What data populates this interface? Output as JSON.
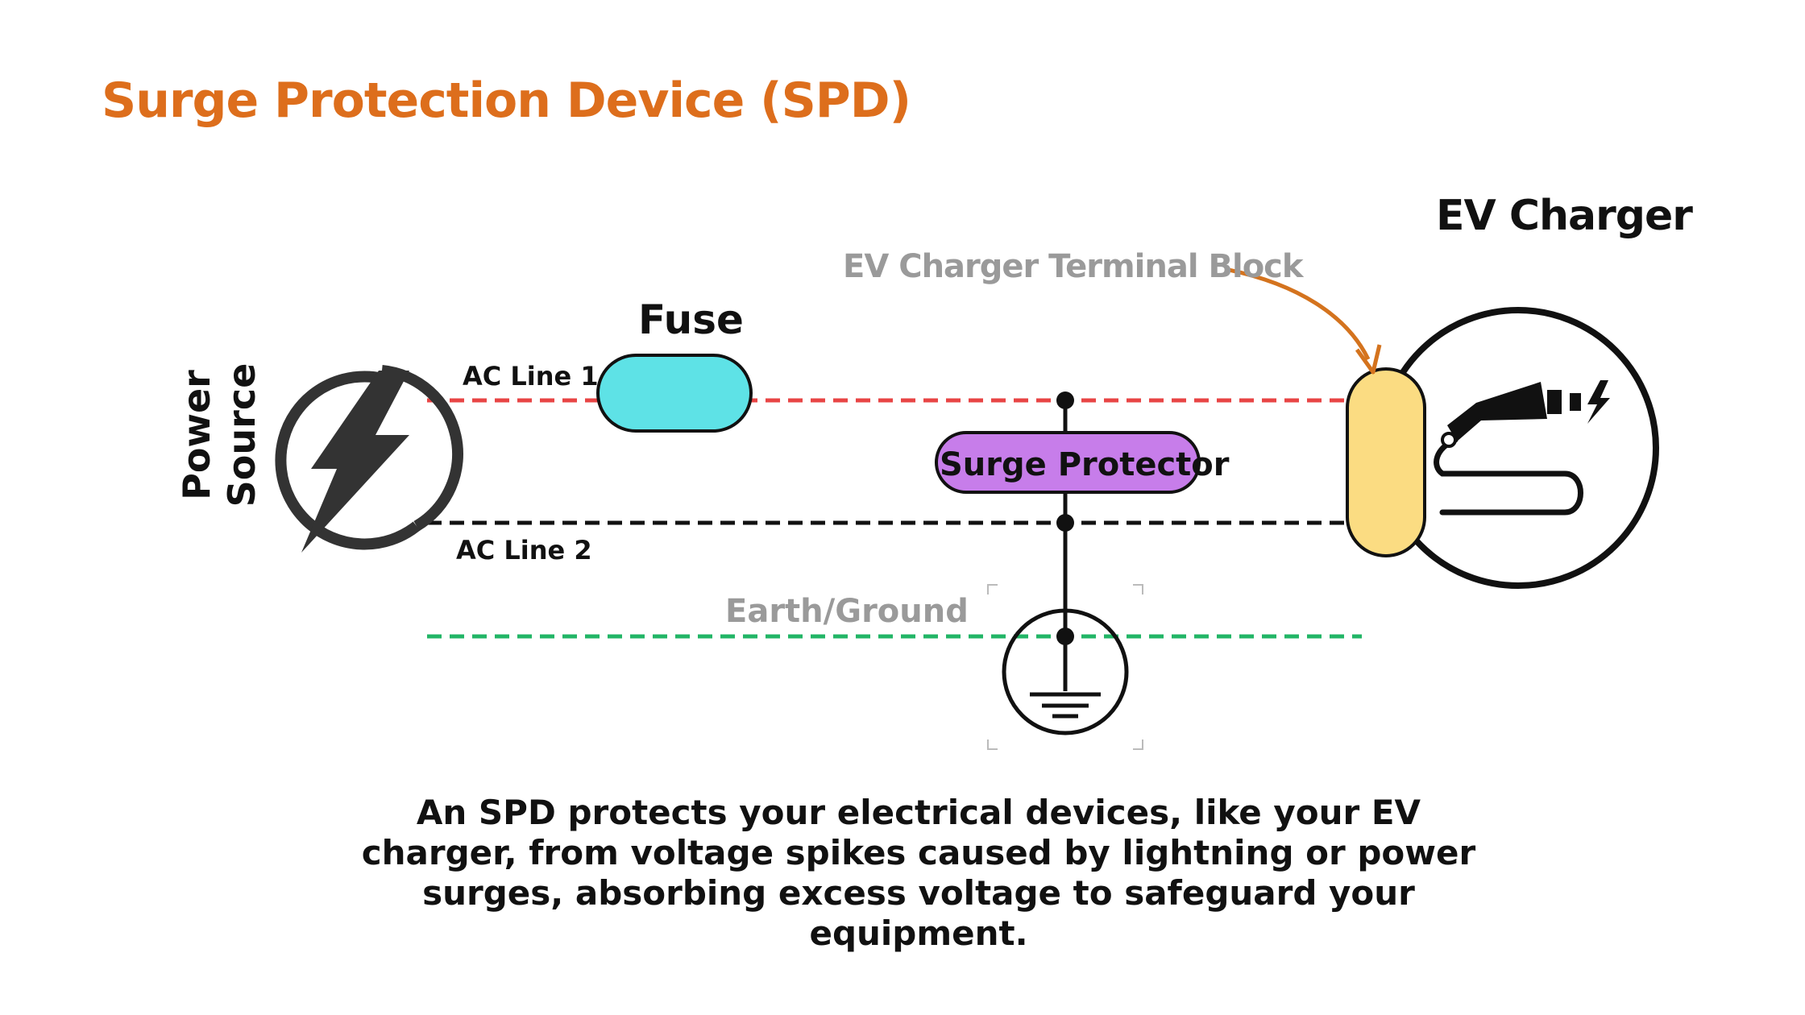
{
  "title": "Surge Protection Device (SPD)",
  "power_source": "Power Source",
  "fuse": "Fuse",
  "ac_line_1": "AC Line 1",
  "ac_line_2": "AC Line 2",
  "surge_protector": "Surge Protector",
  "earth_ground": "Earth/Ground",
  "ev_charger_terminal_block": "EV Charger Terminal Block",
  "ev_charger": "EV Charger",
  "description": "An SPD protects your electrical devices, like your EV charger, from voltage spikes caused by lightning or power surges, absorbing excess voltage to safeguard your equipment.",
  "colors": {
    "title": "#DD6E1C",
    "ac_line_1": "#E84545",
    "ac_line_2": "#111111",
    "earth": "#22B566",
    "fuse_fill": "#5EE2E6",
    "surge_fill": "#C77DEA",
    "terminal_fill": "#FBDC82",
    "arrow": "#D4731E",
    "muted_label": "#9A9A9A"
  },
  "icons": [
    "lightning-bolt-icon",
    "ground-symbol-icon",
    "ev-plug-icon"
  ]
}
